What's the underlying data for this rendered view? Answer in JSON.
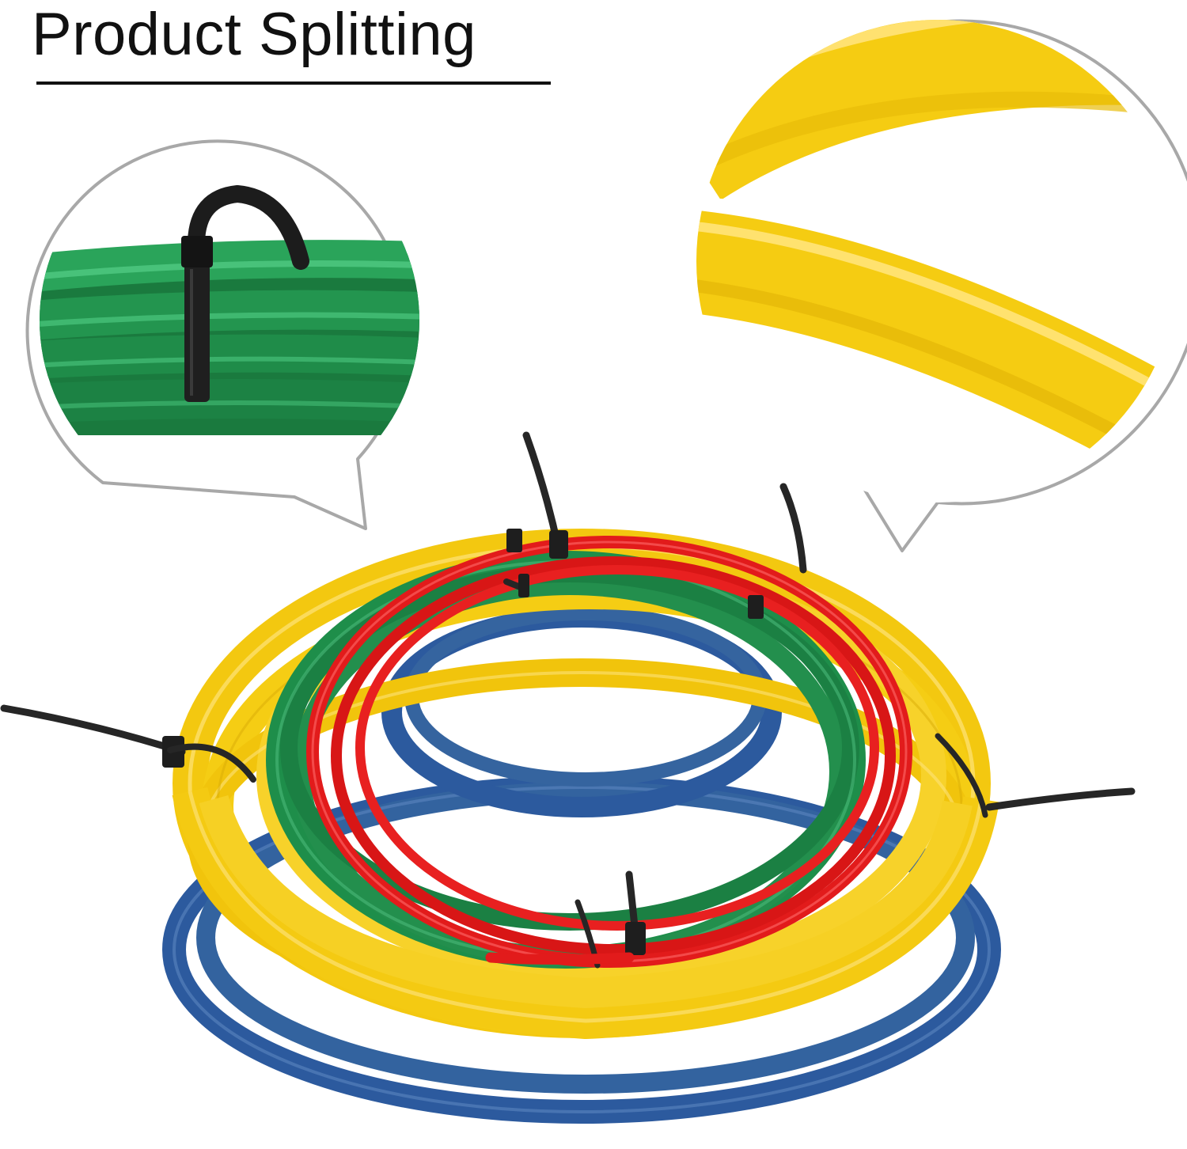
{
  "header": {
    "title": "Product Splitting"
  },
  "colors": {
    "tube_yellow": "#f5cc12",
    "tube_green": "#1e8e4a",
    "tube_red": "#e21b1b",
    "tube_blue": "#2c5a9e",
    "cable_tie": "#2a2a2a",
    "bubble_border": "#a8a8a8"
  },
  "scene": {
    "subject": "coiled plastic tubing bundles fastened with black cable ties",
    "callouts": [
      "green-tube-cable-tie-detail",
      "yellow-tube-detail"
    ]
  }
}
